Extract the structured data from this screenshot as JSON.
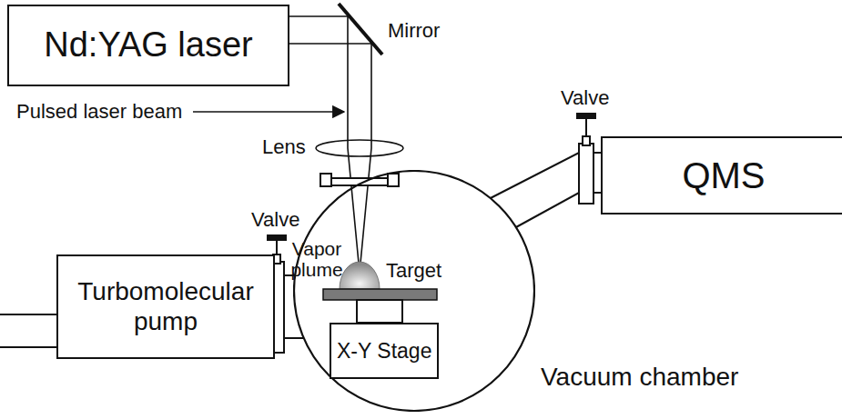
{
  "diagram": {
    "nodes": [
      {
        "text": [
          "Nd:YAG laser"
        ]
      },
      {
        "text": [
          "Turbomolecular pump"
        ]
      },
      {
        "text": [
          "Vacuum chamber"
        ]
      },
      {
        "text": [
          "X-Y Stage"
        ],
        "in": 2
      },
      {
        "text": [
          "QMS"
        ]
      }
    ],
    "edges": [
      {
        "from": 0,
        "to": 2,
        "arrow": "none"
      },
      {
        "from": 1,
        "to": 2,
        "arrow": "none"
      },
      {
        "from": 2,
        "to": 4,
        "arrow": "none"
      }
    ],
    "labels": [
      "Mirror",
      "Pulsed laser beam",
      "Lens",
      "Valve",
      "Valve",
      "Vapor plume",
      "Target"
    ]
  }
}
